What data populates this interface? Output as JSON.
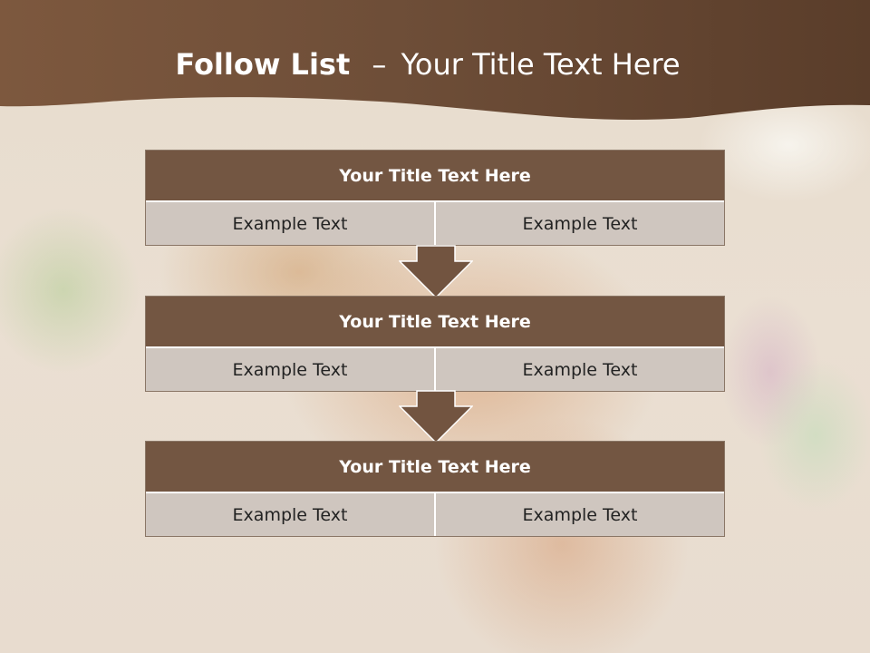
{
  "page": {
    "title_bold": "Follow List",
    "title_separator": "–",
    "title_rest": "Your Title Text Here"
  },
  "colors": {
    "header_brown": "#6e4e38",
    "card_title": "#735642",
    "card_cell": "#cfc6bf",
    "arrow": "#725440"
  },
  "steps": [
    {
      "title": "Your Title Text Here",
      "left": "Example Text",
      "right": "Example Text"
    },
    {
      "title": "Your Title Text Here",
      "left": "Example Text",
      "right": "Example Text"
    },
    {
      "title": "Your Title Text Here",
      "left": "Example Text",
      "right": "Example Text"
    }
  ],
  "arrows": [
    "down-arrow-icon",
    "down-arrow-icon"
  ]
}
